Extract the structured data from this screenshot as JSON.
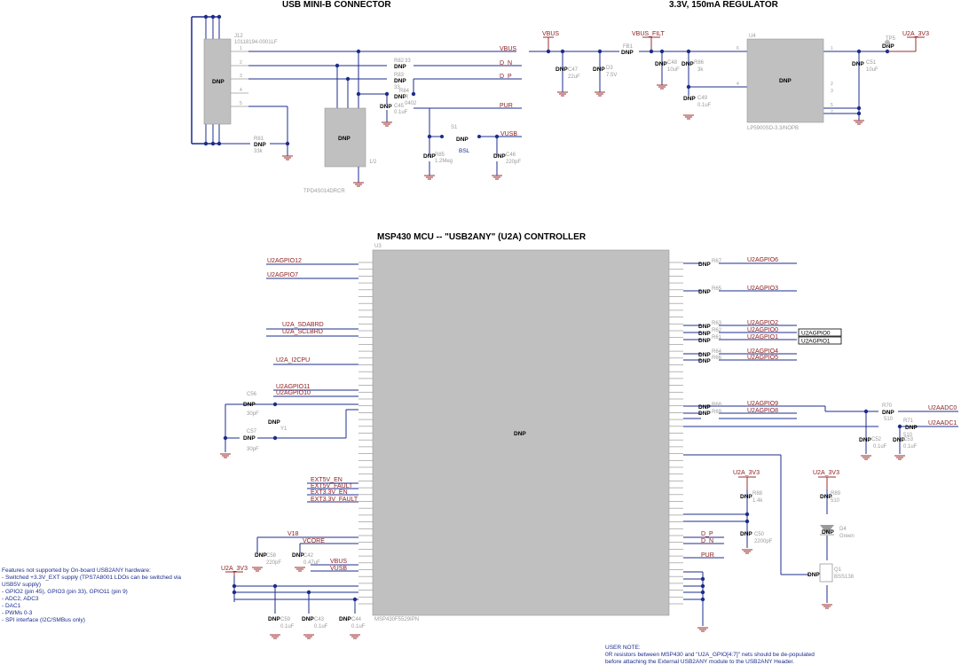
{
  "titles": {
    "usb_connector": "USB MINI-B CONNECTOR",
    "regulator": "3.3V, 150mA REGULATOR",
    "mcu": "MSP430 MCU -- \"USB2ANY\" (U2A) CONTROLLER"
  },
  "dnp": "DNP",
  "top_components": {
    "j12_ref": "J12",
    "j12_val": "10118194-0001LF",
    "r82_ref": "R82",
    "r82_val": "33",
    "r83_ref": "R83",
    "r83_val": "33",
    "r84_ref": "R84",
    "r84_val": "R",
    "r84_val2": "0402",
    "r81_ref": "R81",
    "r81_val": "33k",
    "c45_ref": "C45",
    "c45_val": "0.1uF",
    "u12_ref": "TPD4S014DRCR",
    "u12_unit": "1/2",
    "s1_ref": "S1",
    "s1_label": "BSL",
    "r85_ref": "R85",
    "r85_val": "1.2Meg",
    "c46_ref": "C46",
    "c46_val": "220pF",
    "c47_ref": "C47",
    "c47_val": "22uF",
    "d3_ref": "D3",
    "d3_val": "7.5V",
    "fb1_ref": "FB1",
    "c48_ref": "C48",
    "c48_val": "10uF",
    "r86_ref": "R86",
    "r86_val": "3k",
    "c49_ref": "C49",
    "c49_val": "0.1uF",
    "u4_ref": "U4",
    "u4_val": "LP5900SD-3.3/NOPB",
    "c51_ref": "C51",
    "c51_val": "10uF",
    "tp5_ref": "TP5"
  },
  "top_nets": {
    "vbus": "VBUS",
    "vbus_pwr": "VBUS",
    "vbus_filt": "VBUS_FILT",
    "u2a_3v3": "U2A_3V3",
    "d_n": "D_N",
    "d_p": "D_P",
    "pur": "PUR",
    "vusb": "VUSB"
  },
  "mcu": {
    "u3_ref": "U3",
    "u3_val": "MSP430F5529IPN",
    "left_nets": [
      "U2AGPIO12",
      "U2AGPIO7",
      "U2A_SDABRD",
      "U2A_SCLBRD",
      "U2A_I2CPU",
      "U2AGPIO11",
      "U2AGPIO10"
    ],
    "ext_nets": [
      "EXT5V_EN",
      "EXT5V_FAULT",
      "EXT3.3V_EN",
      "EXT3.3V_FAULT"
    ],
    "v18": "V18",
    "vcore": "VCORE",
    "vbus": "VBUS",
    "vusb": "VUSB",
    "u2a_3v3_left": "U2A_3V3",
    "right_nets": [
      "U2AGPIO6",
      "U2AGPIO3",
      "U2AGPIO2",
      "U2AGPIO0",
      "U2AGPIO1",
      "U2AGPIO4",
      "U2AGPIO5",
      "U2AGPIO9",
      "U2AGPIO8"
    ],
    "header_labels": [
      "U2AGPIO0",
      "U2AGPIO1"
    ],
    "adc_nets": [
      "U2AADC0",
      "U2AADC1"
    ],
    "d_p": "D_P",
    "d_n": "D_N",
    "pur": "PUR",
    "u2a_3v3_r1": "U2A_3V3",
    "u2a_3v3_r2": "U2A_3V3",
    "c56_ref": "C56",
    "c56_val": "30pF",
    "c57_ref": "C57",
    "c57_val": "30pF",
    "y1_ref": "Y1",
    "c58_ref": "C58",
    "c58_val": "220pF",
    "c42_ref": "C42",
    "c42_val": "0.47uF",
    "c59_ref": "C59",
    "c59_val": "0.1uF",
    "c43_ref": "C43",
    "c43_val": "0.1uF",
    "c44_ref": "C44",
    "c44_val": "0.1uF",
    "c52_ref": "C52",
    "c52_val": "0.1uF",
    "c53_ref": "C53",
    "c53_val": "0.1uF",
    "c50_ref": "C50",
    "c50_val": "2200pF",
    "r70_ref": "R70",
    "r70_val": "510",
    "r71_ref": "R71",
    "r71_val": "510",
    "r88_ref": "R88",
    "r88_val": "1.4k",
    "r89_ref": "R89",
    "r89_val": "510",
    "d4_ref": "D4",
    "d4_val": "Green",
    "q1_ref": "Q1",
    "q1_val": "BSS138",
    "r67_ref": "R67",
    "r65_ref": "R65",
    "r63_ref": "R63",
    "r62_ref": "R62",
    "r61_ref": "R61",
    "r64_ref": "R64",
    "r66_ref": "R66",
    "r68_ref": "R68",
    "r69_ref": "R69"
  },
  "notes": {
    "features": [
      "Features not supported by On-board USB2ANY hardware:",
      "- Switched +3.3V_EXT supply (TPS7A8001 LDOs can be switched via",
      "USB5V supply)",
      "- GPIO2 (pin 45), GPIO3 (pin 33), GPIO11 (pin 9)",
      "- ADC2, ADC3",
      "- DAC1",
      "- PWMs 0-3",
      "- SPI interface (I2C/SMBus only)"
    ],
    "user_note": [
      "USER NOTE:",
      "0R resistors between MSP430 and \"U2A_GPIO[4:7]\" nets should be de-populated",
      "before attaching the External USB2ANY module to the USB2ANY Header."
    ]
  }
}
